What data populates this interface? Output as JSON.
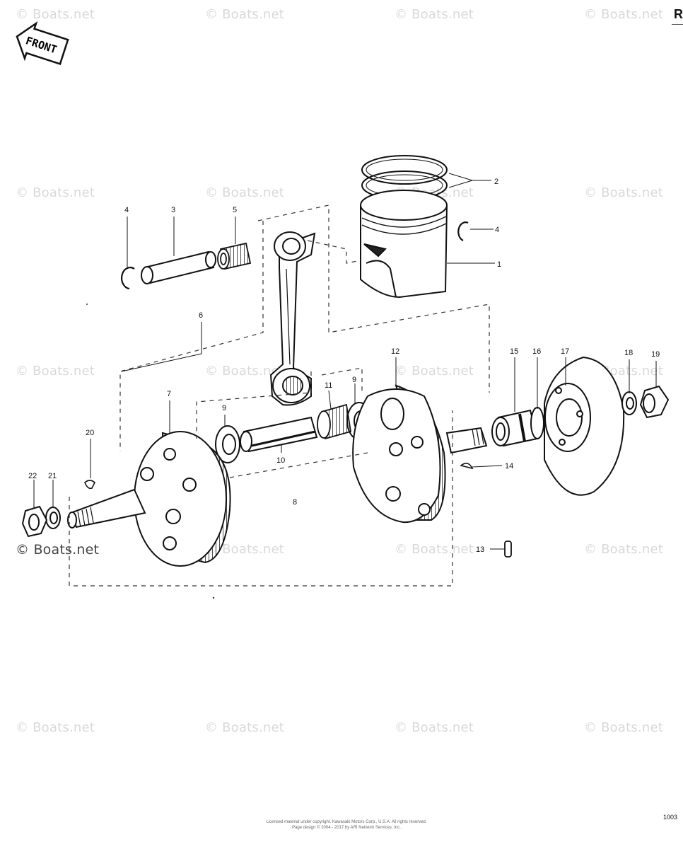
{
  "corner_letter": "R",
  "page_number": "1003",
  "front_label": "FRONT",
  "watermark": "© Boats.net",
  "copyright_lines": [
    "Licensed material under copyright. Kawasaki Motors Corp., U.S.A. All rights reserved.",
    "Page design © 2004 - 2017 by ARI Network Services, Inc."
  ],
  "callouts": [
    "1",
    "2",
    "3",
    "4",
    "4",
    "5",
    "6",
    "7",
    "8",
    "9",
    "9",
    "10",
    "11",
    "12",
    "13",
    "14",
    "15",
    "16",
    "17",
    "18",
    "19",
    "20",
    "21",
    "22"
  ]
}
